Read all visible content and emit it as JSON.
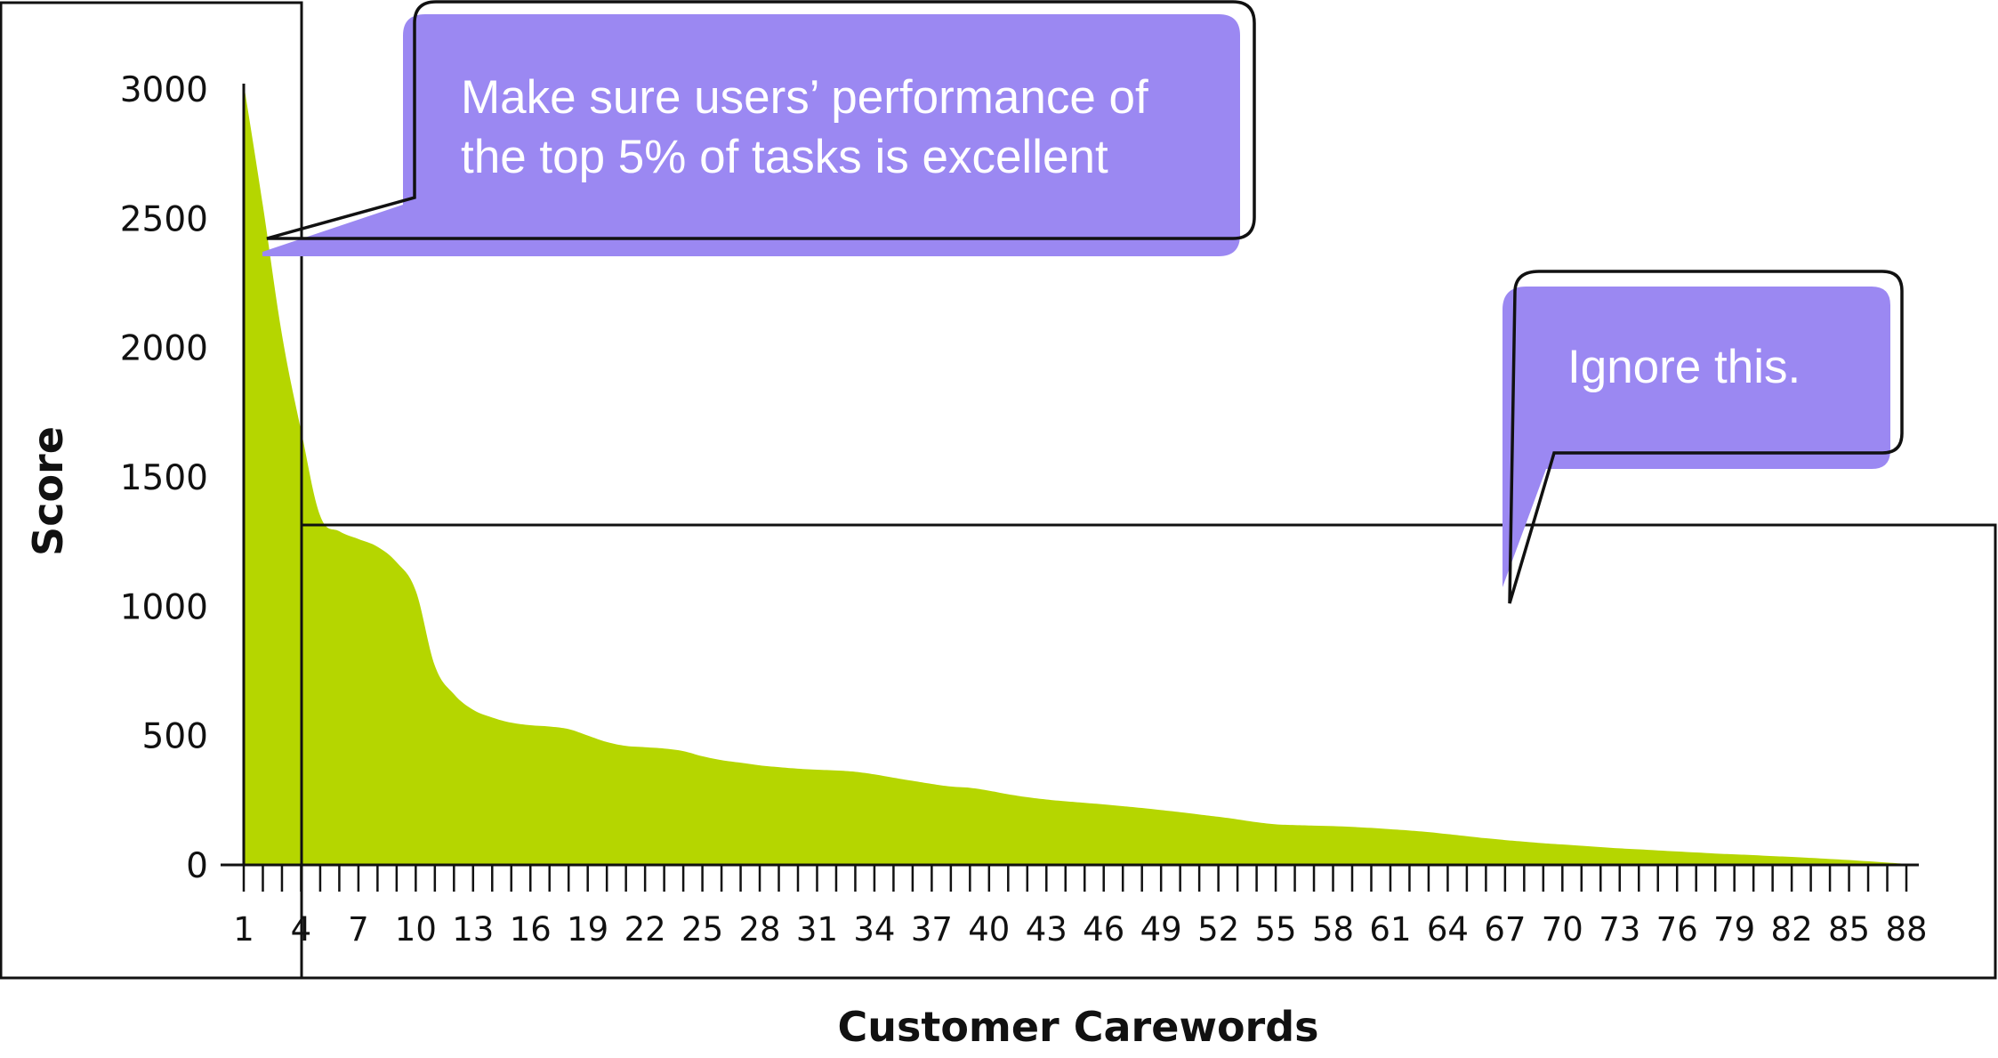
{
  "chart_data": {
    "type": "area",
    "xlabel": "Customer Carewords",
    "ylabel": "Score",
    "ylim": [
      0,
      3000
    ],
    "xlim": [
      1,
      88
    ],
    "y_ticks": [
      0,
      500,
      1000,
      1500,
      2000,
      2500,
      3000
    ],
    "x_tick_labels": [
      1,
      4,
      7,
      10,
      13,
      16,
      19,
      22,
      25,
      28,
      31,
      34,
      37,
      40,
      43,
      46,
      49,
      52,
      55,
      58,
      61,
      64,
      67,
      70,
      73,
      76,
      79,
      82,
      85,
      88
    ],
    "x": [
      1,
      2,
      3,
      4,
      5,
      6,
      7,
      8,
      9,
      10,
      11,
      12,
      13,
      14,
      15,
      16,
      17,
      18,
      19,
      20,
      21,
      22,
      23,
      24,
      25,
      26,
      27,
      28,
      29,
      30,
      31,
      32,
      33,
      34,
      35,
      36,
      37,
      38,
      39,
      40,
      41,
      42,
      43,
      44,
      45,
      46,
      47,
      48,
      49,
      50,
      51,
      52,
      53,
      54,
      55,
      56,
      57,
      58,
      59,
      60,
      61,
      62,
      63,
      64,
      65,
      66,
      67,
      68,
      69,
      70,
      71,
      72,
      73,
      74,
      75,
      76,
      77,
      78,
      79,
      80,
      81,
      82,
      83,
      84,
      85,
      86,
      87,
      88
    ],
    "values": [
      3020,
      2550,
      2050,
      1680,
      1350,
      1290,
      1260,
      1230,
      1170,
      1060,
      770,
      660,
      600,
      570,
      550,
      540,
      535,
      525,
      500,
      475,
      460,
      455,
      450,
      440,
      420,
      405,
      395,
      385,
      378,
      372,
      368,
      365,
      360,
      350,
      337,
      325,
      313,
      303,
      298,
      287,
      273,
      262,
      253,
      246,
      240,
      234,
      227,
      220,
      212,
      204,
      195,
      186,
      176,
      165,
      157,
      154,
      152,
      150,
      147,
      143,
      138,
      133,
      127,
      119,
      111,
      103,
      96,
      90,
      84,
      79,
      74,
      69,
      64,
      60,
      56,
      52,
      48,
      44,
      41,
      38,
      34,
      31,
      27,
      23,
      19,
      14,
      9,
      4
    ],
    "area_color": "#b5d600",
    "annotations": [
      {
        "text_lines": [
          "Make sure users’ performance of",
          "the top 5% of tasks is excellent"
        ]
      },
      {
        "text_lines": [
          "Ignore this."
        ]
      }
    ],
    "callout_color": "#9b88f2"
  }
}
